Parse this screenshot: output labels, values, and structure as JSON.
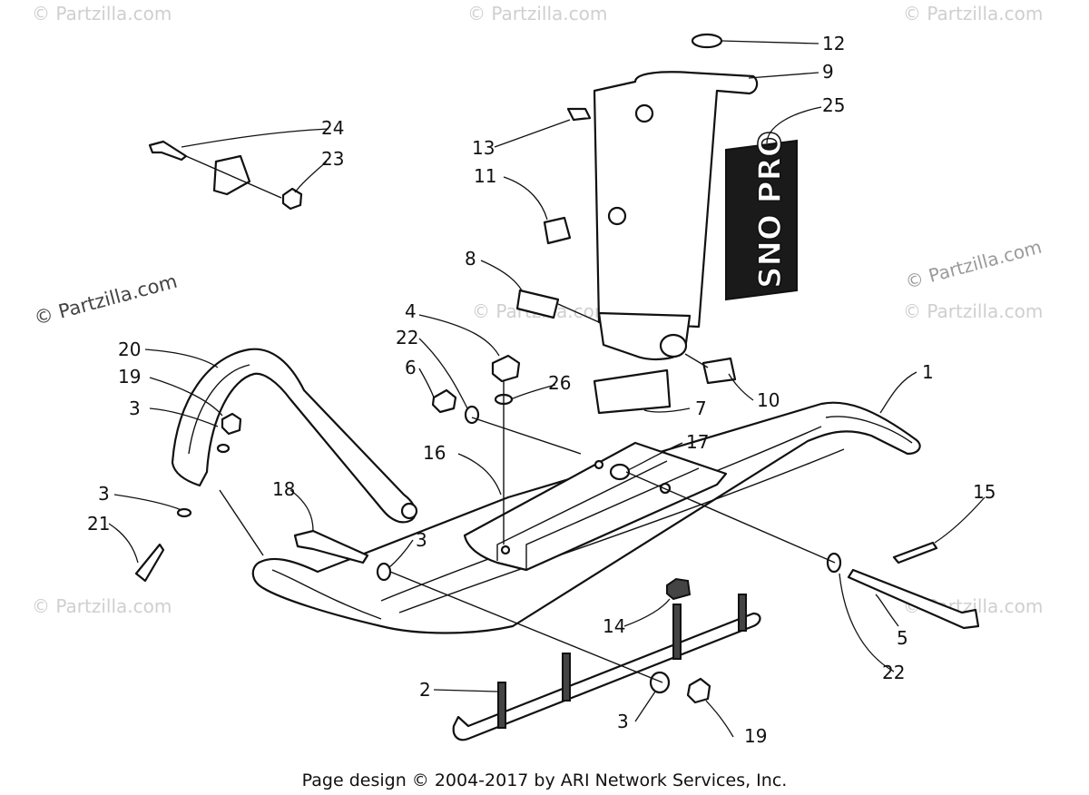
{
  "watermarks": [
    "© Partzilla.com",
    "© Partzilla.com",
    "© Partzilla.com",
    "© Partzilla.com",
    "© Partzilla.com",
    "© Partzilla.com",
    "© Partzilla.com",
    "© Partzilla.com",
    "© Partzilla.com"
  ],
  "decal_text": "SNO PRO",
  "callouts": {
    "c1": "1",
    "c2": "2",
    "c3a": "3",
    "c3b": "3",
    "c3c": "3",
    "c3d": "3",
    "c4": "4",
    "c5": "5",
    "c6": "6",
    "c7": "7",
    "c8": "8",
    "c9": "9",
    "c10": "10",
    "c11": "11",
    "c12": "12",
    "c13": "13",
    "c14": "14",
    "c15": "15",
    "c16": "16",
    "c17": "17",
    "c18": "18",
    "c19a": "19",
    "c19b": "19",
    "c20": "20",
    "c21": "21",
    "c22a": "22",
    "c22b": "22",
    "c23": "23",
    "c24": "24",
    "c25": "25",
    "c26": "26"
  },
  "footer": "Page design © 2004-2017 by ARI Network Services, Inc."
}
